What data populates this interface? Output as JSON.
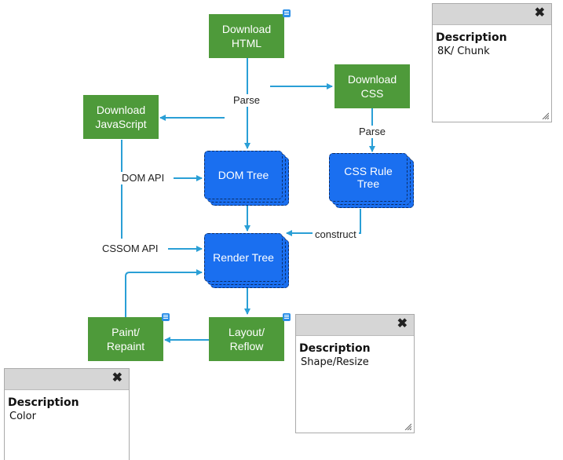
{
  "colors": {
    "process_green": "#4e9a3a",
    "tree_blue": "#1a6ff0",
    "arrow": "#2a9fd6",
    "badge": "#2b8fe8",
    "panel_header": "#d6d6d6"
  },
  "nodes": {
    "download_html": "Download\nHTML",
    "download_css": "Download\nCSS",
    "download_js": "Download\nJavaScript",
    "dom_tree": "DOM Tree",
    "cssom_tree": "CSS Rule\nTree",
    "render_tree": "Render Tree",
    "layout_reflow": "Layout/\nReflow",
    "paint_repaint": "Paint/\nRepaint"
  },
  "edge_labels": {
    "parse_html": "Parse",
    "parse_css": "Parse",
    "dom_api": "DOM API",
    "cssom_api": "CSSOM API",
    "construct": "construct"
  },
  "panels": {
    "html": {
      "title": "Description",
      "body": "8K/ Chunk",
      "close_icon": "close-icon"
    },
    "layout": {
      "title": "Description",
      "body": "Shape/Resize",
      "close_icon": "close-icon"
    },
    "paint": {
      "title": "Description",
      "body": "Color",
      "close_icon": "close-icon"
    }
  },
  "icons": {
    "badge": "note-icon",
    "close": "close-icon",
    "resize": "resize-grip-icon"
  }
}
